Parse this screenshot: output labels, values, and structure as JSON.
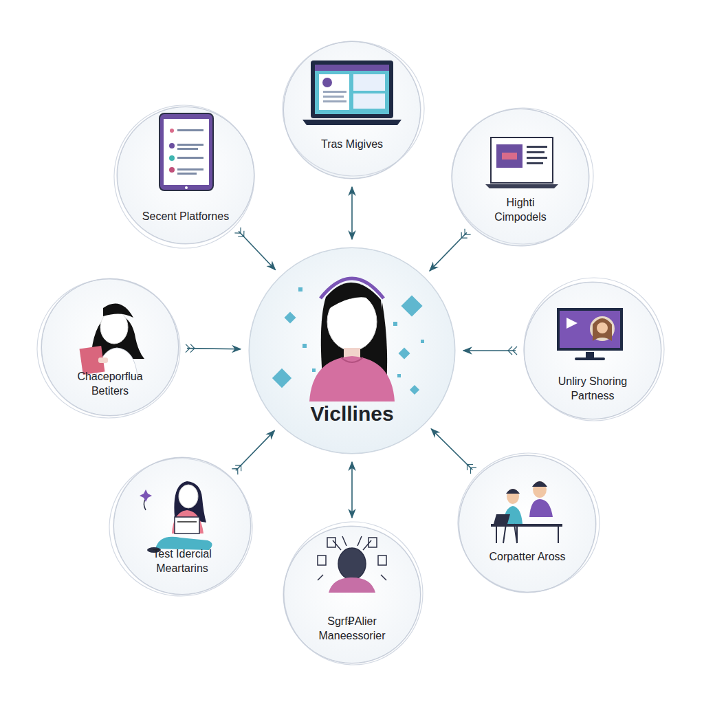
{
  "diagram": {
    "nodes": [
      {
        "text": [
          "Tras Migives"
        ]
      },
      {
        "text": [
          "Secent Platfornes"
        ]
      },
      {
        "text": [
          "Highti Cimpodels"
        ]
      },
      {
        "text": [
          "Chaceporflua Betiters"
        ]
      },
      {
        "text": [
          "Vicllines"
        ]
      },
      {
        "text": [
          "Unliry Shoring Partness"
        ]
      },
      {
        "text": [
          "Test Idercial Meartarins"
        ]
      },
      {
        "text": [
          "Sgrf₽Alier Maneessorier"
        ]
      },
      {
        "text": [
          "Corpatter Aross"
        ]
      }
    ],
    "edges": [
      {
        "from": 0,
        "to": 4,
        "arrow": "both"
      },
      {
        "from": 1,
        "to": 4,
        "arrow": "to"
      },
      {
        "from": 2,
        "to": 4,
        "arrow": "to"
      },
      {
        "from": 3,
        "to": 4,
        "arrow": "to"
      },
      {
        "from": 5,
        "to": 4,
        "arrow": "to"
      },
      {
        "from": 6,
        "to": 4,
        "arrow": "to"
      },
      {
        "from": 7,
        "to": 4,
        "arrow": "both"
      },
      {
        "from": 8,
        "to": 4,
        "arrow": "to"
      }
    ]
  }
}
